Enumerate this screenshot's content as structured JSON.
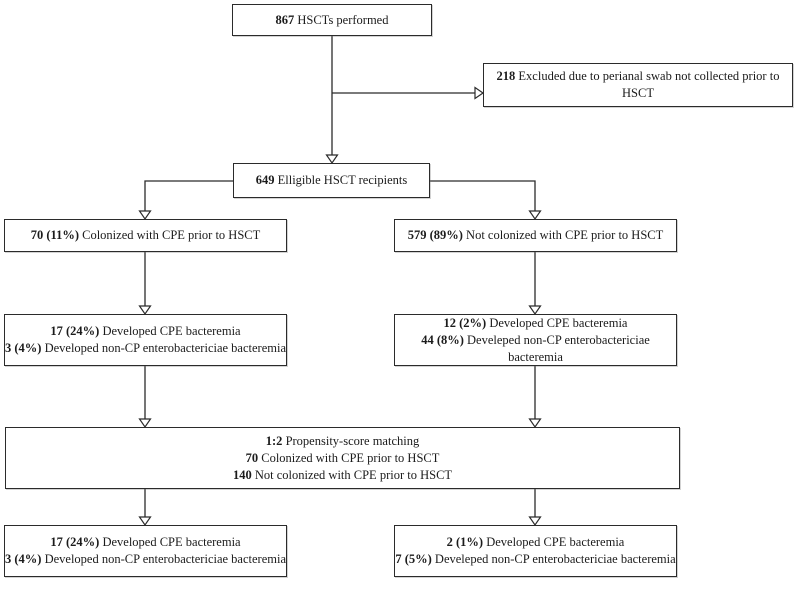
{
  "style": {
    "border_color": "#2b2b2b",
    "text_color": "#1b1b1b",
    "background": "#ffffff"
  },
  "boxes": {
    "performed": {
      "lines": [
        {
          "bold": "867",
          "rest": " HSCTs performed"
        }
      ]
    },
    "excluded": {
      "lines": [
        {
          "bold": "218",
          "rest": " Excluded due to perianal swab not collected prior to HSCT"
        }
      ]
    },
    "eligible": {
      "lines": [
        {
          "bold": "649",
          "rest": " Elligible HSCT recipients"
        }
      ]
    },
    "colonized": {
      "lines": [
        {
          "bold": "70 (11%)",
          "rest": " Colonized with CPE prior to HSCT"
        }
      ]
    },
    "not_colonized": {
      "lines": [
        {
          "bold": "579 (89%)",
          "rest": " Not colonized with CPE prior to HSCT"
        }
      ]
    },
    "colonized_bacteremia": {
      "lines": [
        {
          "bold": "17 (24%)",
          "rest": " Developed CPE bacteremia"
        },
        {
          "bold": "3 (4%)",
          "rest": " Developed non-CP enterobactericiae bacteremia"
        }
      ]
    },
    "not_colonized_bacteremia": {
      "lines": [
        {
          "bold": "12 (2%)",
          "rest": " Developed CPE bacteremia"
        },
        {
          "bold": "44 (8%)",
          "rest": " Develeped non-CP enterobactericiae bacteremia"
        }
      ]
    },
    "matching": {
      "lines": [
        {
          "bold": "1:2",
          "rest": " Propensity-score matching"
        },
        {
          "bold": "70",
          "rest": " Colonized with CPE prior to HSCT"
        },
        {
          "bold": "140",
          "rest": " Not colonized with CPE prior to HSCT"
        }
      ]
    },
    "matched_colonized_bacteremia": {
      "lines": [
        {
          "bold": "17 (24%)",
          "rest": " Developed CPE bacteremia"
        },
        {
          "bold": "3 (4%)",
          "rest": " Developed non-CP enterobactericiae bacteremia"
        }
      ]
    },
    "matched_not_colonized_bacteremia": {
      "lines": [
        {
          "bold": "2 (1%)",
          "rest": " Developed CPE bacteremia"
        },
        {
          "bold": "7 (5%)",
          "rest": " Develeped non-CP enterobactericiae bacteremia"
        }
      ]
    }
  }
}
